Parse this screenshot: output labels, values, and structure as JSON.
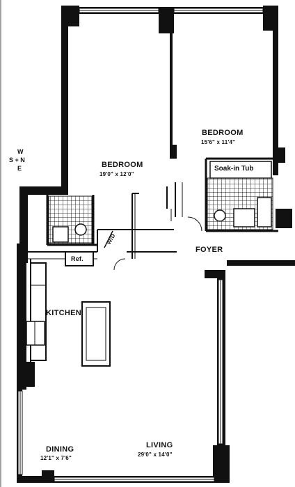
{
  "compass": {
    "west": "W",
    "south_north": "S + N",
    "east": "E"
  },
  "rooms": {
    "bedroom_1": {
      "name": "BEDROOM",
      "dimensions": "19'0\" x 12'0\""
    },
    "bedroom_2": {
      "name": "BEDROOM",
      "dimensions": "15'6\" x 11'4\""
    },
    "kitchen": {
      "name": "KITCHEN"
    },
    "dining": {
      "name": "DINING",
      "dimensions": "12'1\" x 7'6\""
    },
    "living": {
      "name": "LIVING",
      "dimensions": "29'0\" x 14'0\""
    },
    "foyer": {
      "name": "FOYER"
    }
  },
  "fixtures": {
    "soak_tub": "Soak-in Tub",
    "refrigerator": "Ref.",
    "washer_dryer": "W/D"
  }
}
